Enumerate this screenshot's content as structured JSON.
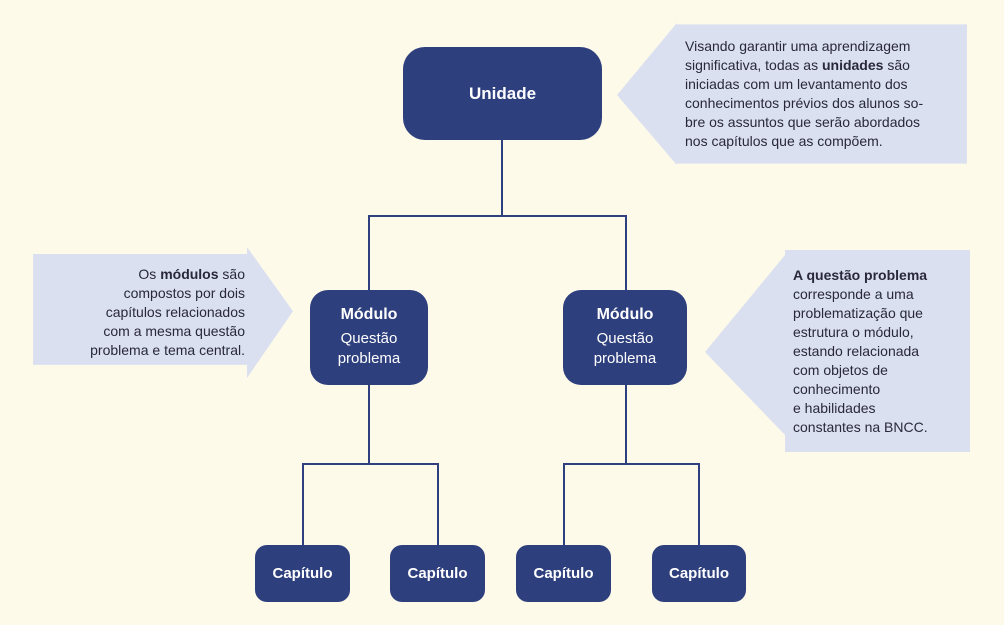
{
  "colors": {
    "background": "#FDFAEA",
    "node_fill": "#2E3F7D",
    "node_text": "#FFFFFF",
    "connector": "#2E4080",
    "callout_fill": "#DBE0F1",
    "callout_text": "#28283A"
  },
  "nodes": {
    "unidade": {
      "label": "Unidade"
    },
    "modules": [
      {
        "title": "Módulo",
        "subtitle": "Questão\nproblema"
      },
      {
        "title": "Módulo",
        "subtitle": "Questão\nproblema"
      }
    ],
    "chapters": [
      "Capítulo",
      "Capítulo",
      "Capítulo",
      "Capítulo"
    ]
  },
  "callouts": {
    "unidade_note": {
      "text_before": "Visando garantir uma aprendizagem\nsignificativa, todas as ",
      "bold": "unidades",
      "text_after": " são\niniciadas com um levantamento dos\nconhecimentos prévios dos alunos so-\nbre os assuntos que serão abordados\nnos capítulos que as compõem."
    },
    "modulos_note": {
      "text_before": "Os ",
      "bold": "módulos",
      "text_after": " são\ncompostos por dois\ncapítulos relacionados\ncom a mesma questão\nproblema e tema central."
    },
    "questao_note": {
      "bold": "A questão problema",
      "text_after": "\ncorresponde a uma\nproblematização que\nestrutura o módulo,\nestando relacionada\ncom objetos de\nconhecimento\ne habilidades\nconstantes na BNCC."
    }
  }
}
